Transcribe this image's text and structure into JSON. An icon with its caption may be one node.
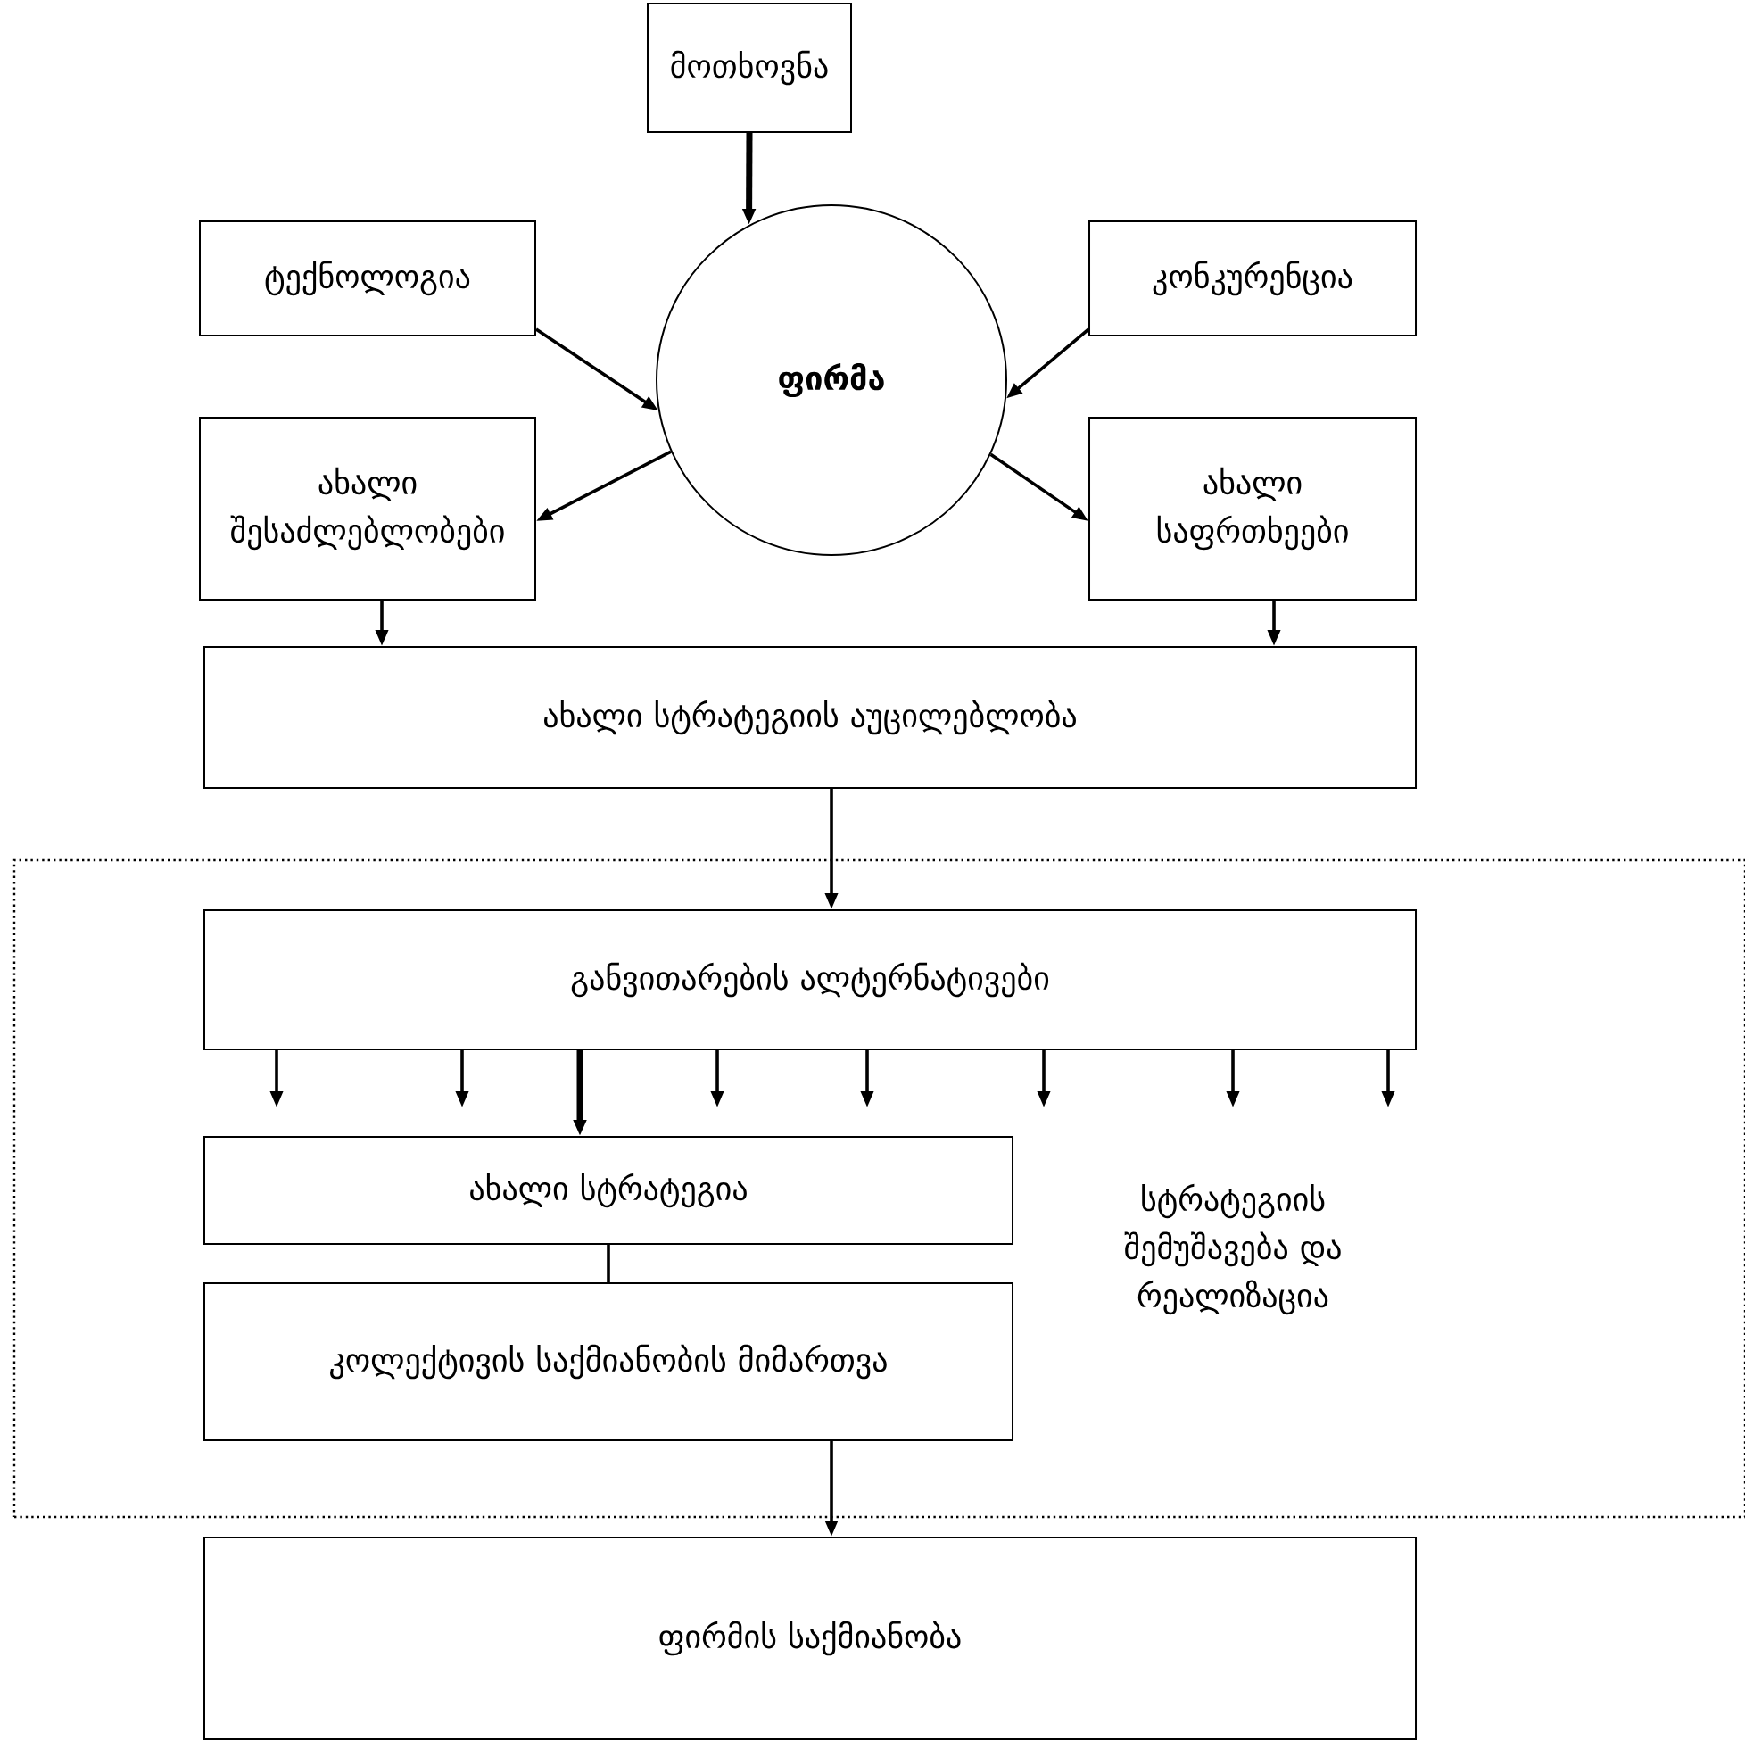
{
  "diagram": {
    "nodes": [
      {
        "text": [
          "მოთხოვნა"
        ]
      },
      {
        "text": [
          "ტექნოლოგია"
        ]
      },
      {
        "text": [
          "ფირმა"
        ]
      },
      {
        "text": [
          "კონკურენცია"
        ]
      },
      {
        "text": [
          "ახალი შესაძლებლობები"
        ]
      },
      {
        "text": [
          "ახალი საფრთხეები"
        ]
      },
      {
        "text": [
          "ახალი სტრატეგიის აუცილებლობა"
        ]
      },
      {
        "text": [
          "სტრატეგიის შემუშავება და რეალიზაცია"
        ]
      },
      {
        "text": [
          "განვითარების ალტერნატივები"
        ],
        "in": 7
      },
      {
        "text": [
          "ახალი სტრატეგია"
        ],
        "in": 7
      },
      {
        "text": [
          "კოლექტივის საქმიანობის მიმართვა"
        ],
        "in": 7
      },
      {
        "text": [
          "ფირმის საქმიანობა"
        ]
      }
    ],
    "edges": [
      {
        "from": 0,
        "to": 2,
        "arrow": "to",
        "style": "thick"
      },
      {
        "from": 1,
        "to": 2,
        "arrow": "to"
      },
      {
        "from": 3,
        "to": 2,
        "arrow": "to"
      },
      {
        "from": 2,
        "to": 4,
        "arrow": "to"
      },
      {
        "from": 2,
        "to": 5,
        "arrow": "to"
      },
      {
        "from": 4,
        "to": 6,
        "arrow": "to"
      },
      {
        "from": 5,
        "to": 6,
        "arrow": "to"
      },
      {
        "from": 6,
        "to": 8,
        "arrow": "to"
      },
      {
        "from": 8,
        "to": null,
        "arrow": "to"
      },
      {
        "from": 8,
        "to": null,
        "arrow": "to"
      },
      {
        "from": 8,
        "to": 9,
        "arrow": "to",
        "style": "thick"
      },
      {
        "from": 8,
        "to": null,
        "arrow": "to"
      },
      {
        "from": 8,
        "to": null,
        "arrow": "to"
      },
      {
        "from": 8,
        "to": null,
        "arrow": "to"
      },
      {
        "from": 8,
        "to": null,
        "arrow": "to"
      },
      {
        "from": 8,
        "to": null,
        "arrow": "to"
      },
      {
        "from": 9,
        "to": 10,
        "arrow": "none"
      },
      {
        "from": 10,
        "to": 11,
        "arrow": "to"
      }
    ]
  }
}
